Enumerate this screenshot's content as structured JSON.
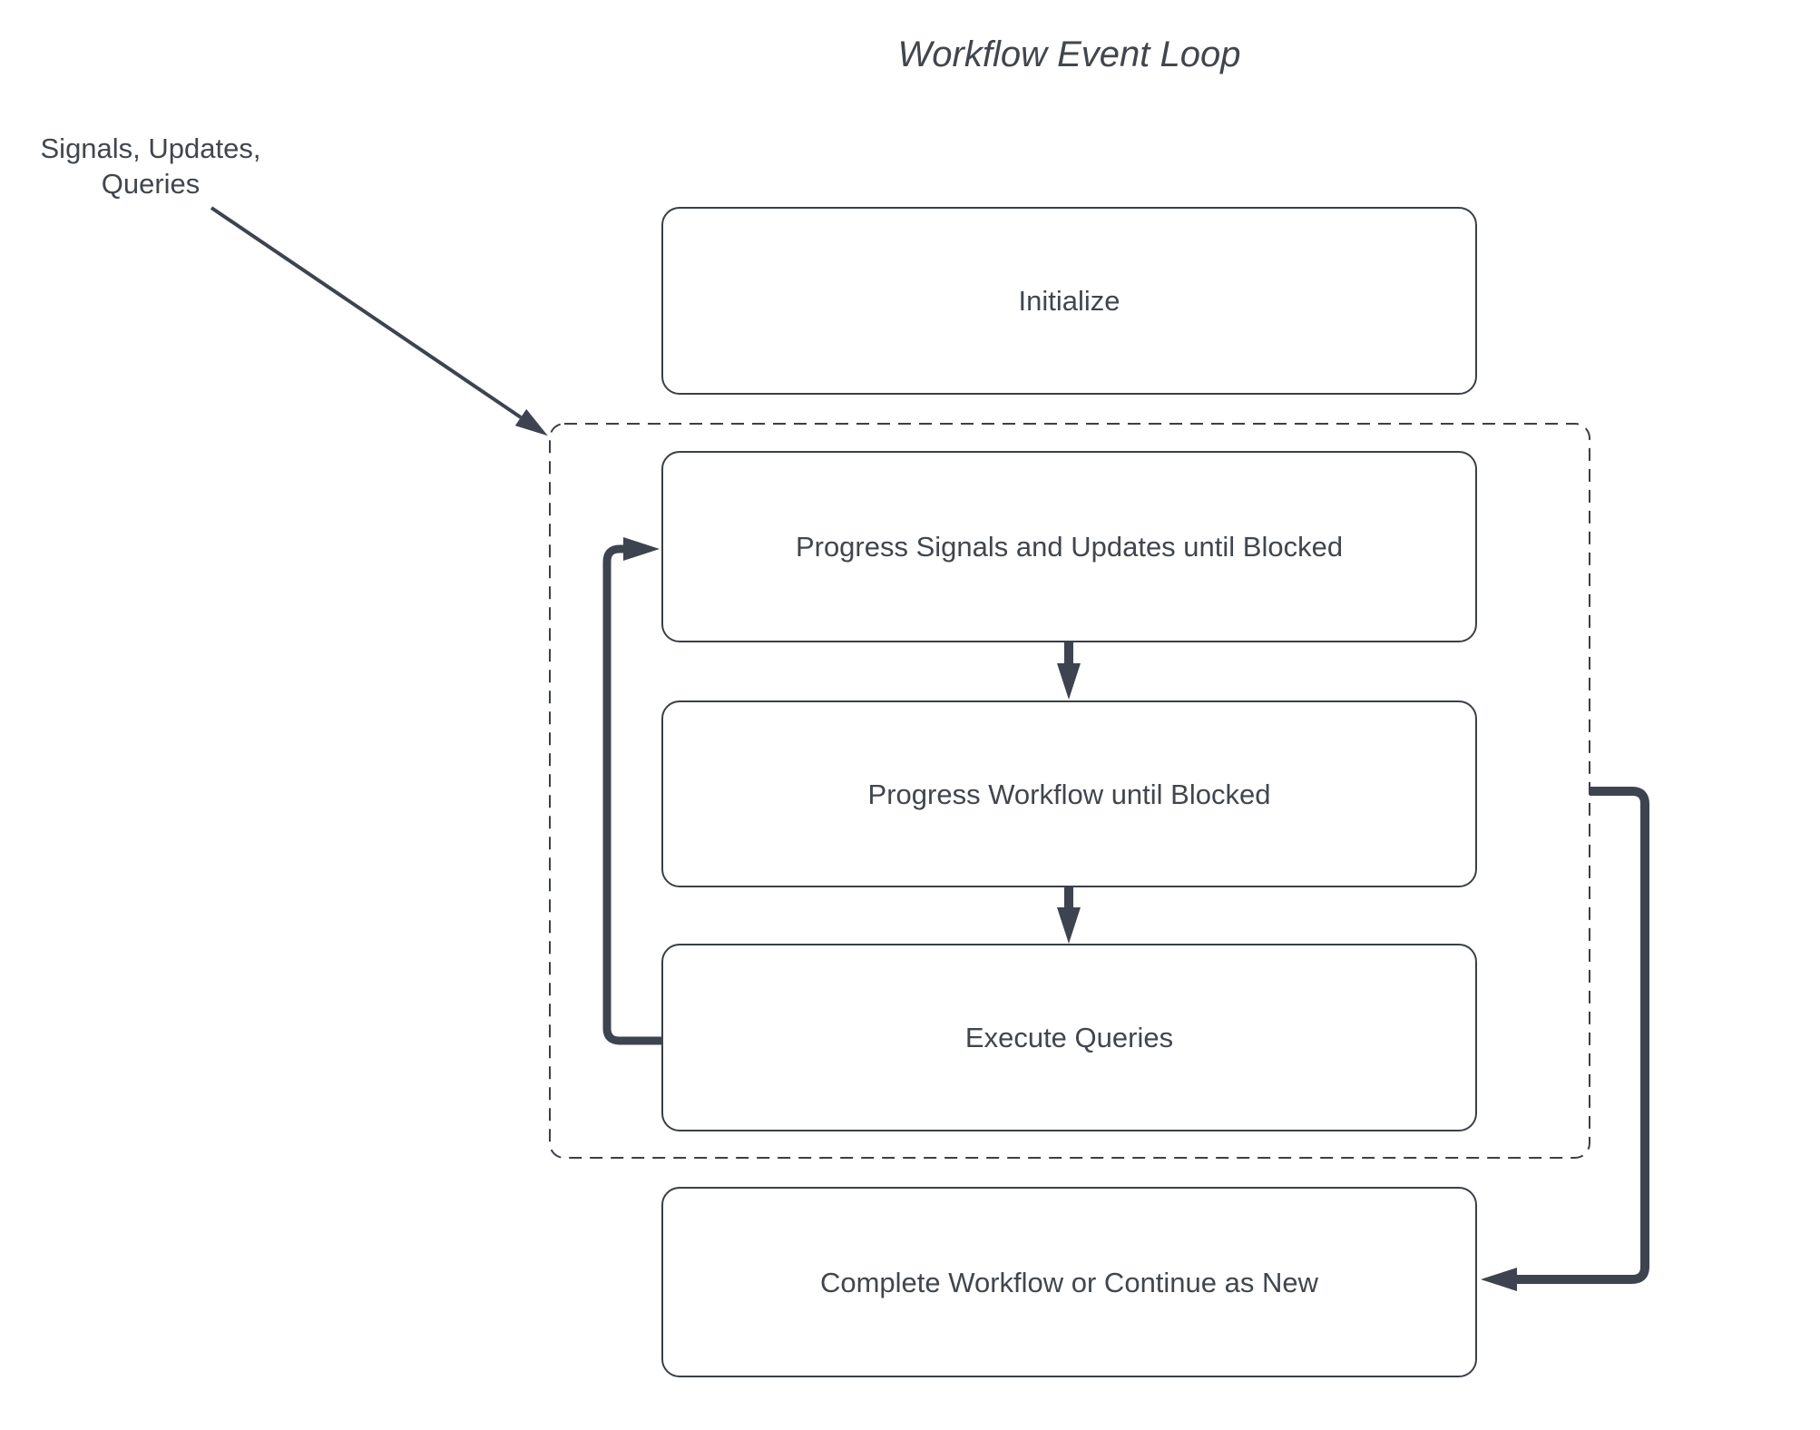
{
  "title": "Workflow Event Loop",
  "annotation": {
    "line1": "Signals, Updates,",
    "line2": "Queries"
  },
  "nodes": {
    "initialize": {
      "label": "Initialize"
    },
    "progress_signals": {
      "label": "Progress Signals and Updates until Blocked"
    },
    "progress_workflow": {
      "label": "Progress Workflow until Blocked"
    },
    "execute_queries": {
      "label": "Execute Queries"
    },
    "complete_workflow": {
      "label": "Complete Workflow or Continue as New"
    }
  },
  "edges": [
    {
      "from": "signals-updates-queries-label",
      "to": "event-loop-container",
      "type": "straight-thin-arrow"
    },
    {
      "from": "progress_signals",
      "to": "progress_workflow",
      "type": "down-arrow"
    },
    {
      "from": "progress_workflow",
      "to": "execute_queries",
      "type": "down-arrow"
    },
    {
      "from": "execute_queries",
      "to": "progress_signals",
      "type": "thick-elbow-arrow-left"
    },
    {
      "from": "event-loop-container",
      "to": "complete_workflow",
      "type": "thick-elbow-arrow-right"
    }
  ],
  "colors": {
    "background": "#ffffff",
    "box_border": "#3a3f48",
    "text": "#41464e",
    "connector": "#3d4450"
  }
}
